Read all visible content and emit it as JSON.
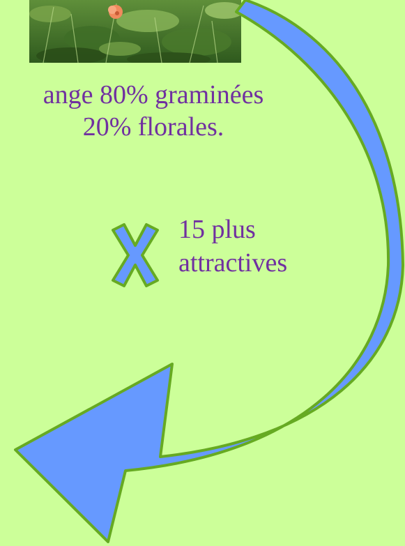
{
  "caption": {
    "line1": "ange 80% graminées",
    "line2": "20% florales."
  },
  "label": {
    "line1": "15 plus",
    "line2": "attractives"
  },
  "colors": {
    "background": "#ccff99",
    "text": "#7030a0",
    "arrow_fill": "#6699ff",
    "arrow_stroke": "#66aa22"
  },
  "icons": {
    "cross": "x-cross-icon",
    "arrow": "curved-arrow-icon"
  }
}
